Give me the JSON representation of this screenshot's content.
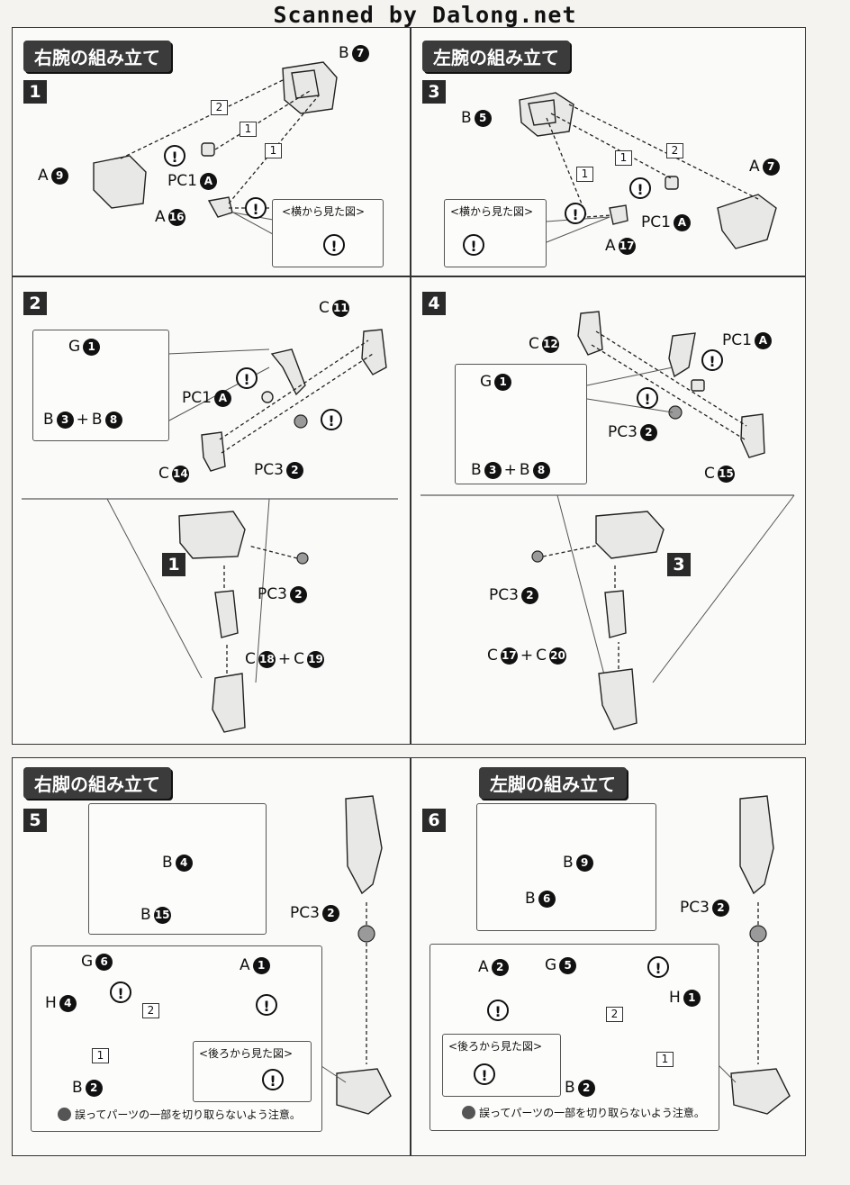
{
  "header": "Scanned by Dalong.net",
  "sections": {
    "right_arm": "右腕の組み立て",
    "left_arm": "左腕の組み立て",
    "right_leg": "右脚の組み立て",
    "left_leg": "左脚の組み立て"
  },
  "steps": {
    "s1": "1",
    "s2": "2",
    "s3": "3",
    "s4": "4",
    "s5": "5",
    "s6": "6",
    "ref1": "1",
    "ref3": "3"
  },
  "seq": {
    "one": "1",
    "two": "2"
  },
  "callouts": {
    "side_view": "<横から見た図>",
    "rear_view": "<後ろから見た図>"
  },
  "note": "誤ってパーツの一部を切り取らないよう注意。",
  "warn_symbol": "!",
  "part_labels": {
    "A": "A",
    "B": "B",
    "C": "C",
    "G": "G",
    "H": "H",
    "PC1": "PC1",
    "PC3": "PC3",
    "plus": "+"
  },
  "part_numbers": {
    "n1": "1",
    "n2": "2",
    "n3": "3",
    "n4": "4",
    "n5": "5",
    "n6": "6",
    "n7": "7",
    "n8": "8",
    "n9": "9",
    "n11": "11",
    "n12": "12",
    "n14": "14",
    "n15": "15",
    "n16": "16",
    "n17": "17",
    "n18": "18",
    "n19": "19",
    "n20": "20",
    "nA": "A"
  }
}
